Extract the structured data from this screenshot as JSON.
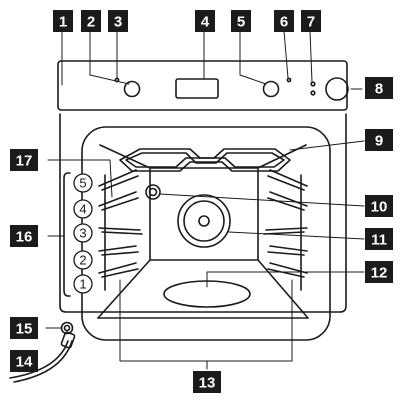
{
  "callouts": [
    {
      "n": "1"
    },
    {
      "n": "2"
    },
    {
      "n": "3"
    },
    {
      "n": "4"
    },
    {
      "n": "5"
    },
    {
      "n": "6"
    },
    {
      "n": "7"
    },
    {
      "n": "8"
    },
    {
      "n": "9"
    },
    {
      "n": "10"
    },
    {
      "n": "11"
    },
    {
      "n": "12"
    },
    {
      "n": "13"
    },
    {
      "n": "14"
    },
    {
      "n": "15"
    },
    {
      "n": "16"
    },
    {
      "n": "17"
    }
  ],
  "shelf_levels": [
    "1",
    "2",
    "3",
    "4",
    "5"
  ],
  "colors": {
    "ink": "#1b1b1b",
    "paper": "#ffffff",
    "badge": "#1b1b1b",
    "badge_text": "#ffffff"
  }
}
